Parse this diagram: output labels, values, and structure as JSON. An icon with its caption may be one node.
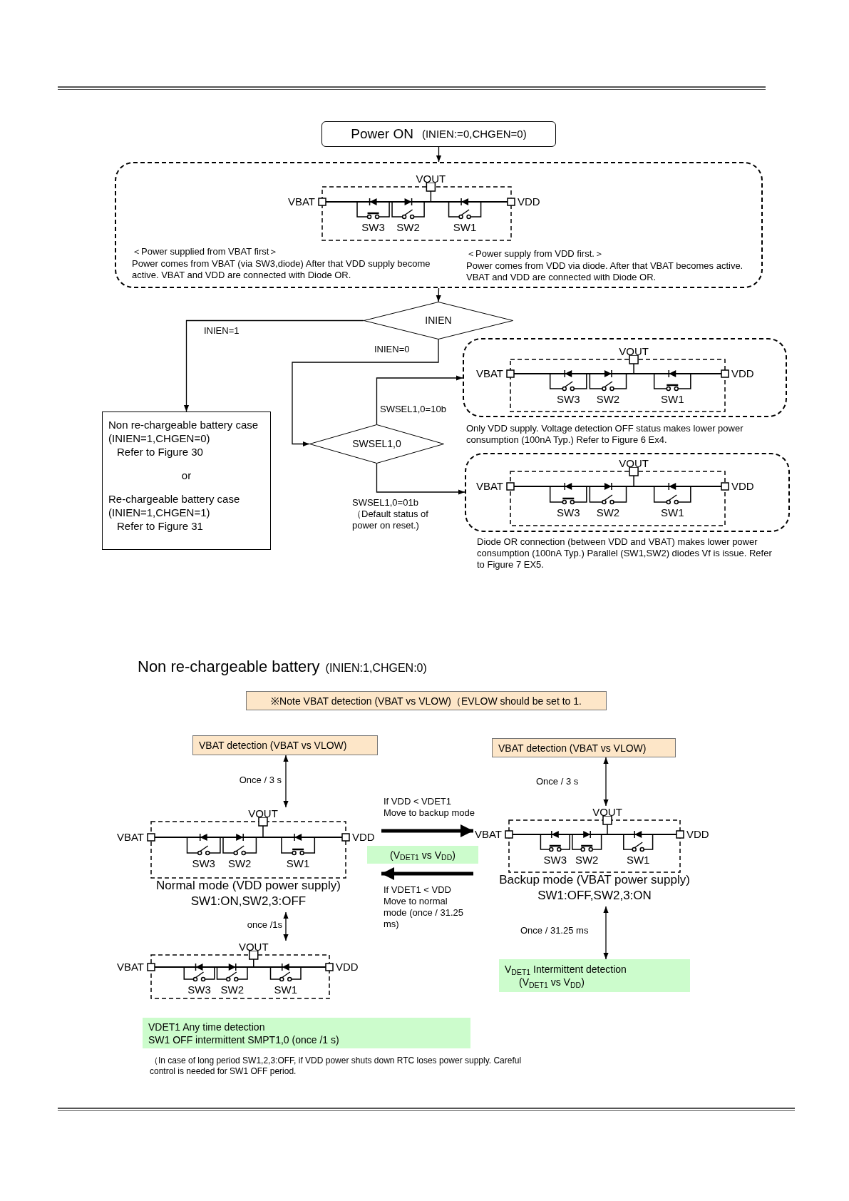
{
  "diagram": {
    "nodes": [
      {
        "text": [
          "Power ON",
          "(INIEN:=0,CHGEN=0)"
        ]
      },
      {
        "text": [
          "＜Power supplied from VBAT first＞",
          "Power comes from VBAT (via SW3,diode) After that VDD supply become active. VBAT and VDD are connected with Diode OR.",
          "＜Power supply from VDD first.＞",
          "Power comes from VDD via diode. After that VBAT becomes active. VBAT and VDD are connected with Diode OR."
        ]
      },
      {
        "text": [
          "VOUT",
          "VBAT",
          "VDD",
          "SW3",
          "SW2",
          "SW1"
        ],
        "in": 1
      },
      {
        "text": [
          "INIEN"
        ]
      },
      {
        "text": [
          "Non re-chargeable battery case (INIEN=1,CHGEN=0)",
          "Refer to Figure 30",
          "or",
          "Re-chargeable battery case (INIEN=1,CHGEN=1)",
          "Refer to Figure 31"
        ]
      },
      {
        "text": [
          "SWSEL1,0"
        ]
      },
      {
        "text": [
          "VOUT",
          "VBAT",
          "VDD",
          "SW3",
          "SW2",
          "SW1"
        ],
        "beside": [
          "Only VDD supply. Voltage detection OFF status makes lower power consumption (100nA Typ.) Refer to Figure 6 Ex4."
        ]
      },
      {
        "text": [
          "VOUT",
          "VBAT",
          "VDD",
          "SW3",
          "SW2",
          "SW1"
        ],
        "beside": [
          "Diode OR connection (between VDD and VBAT) makes lower power consumption (100nA Typ.) Parallel (SW1,SW2) diodes Vf is issue. Refer to Figure 7 EX5."
        ]
      },
      {
        "text": [
          "※Note VBAT detection (VBAT vs VLOW)（EVLOW should be set to 1."
        ]
      },
      {
        "text": [
          "VBAT detection (VBAT vs VLOW)"
        ]
      },
      {
        "text": [
          "VOUT",
          "VBAT",
          "VDD",
          "SW3",
          "SW2",
          "SW1"
        ],
        "beside": [
          "Normal mode (VDD power supply)",
          "SW1:ON,SW2,3:OFF"
        ]
      },
      {
        "text": [
          "VBAT detection (VBAT vs VLOW)"
        ]
      },
      {
        "text": [
          "VOUT",
          "VBAT",
          "VDD",
          "SW3",
          "SW2",
          "SW1"
        ],
        "beside": [
          "Backup mode (VBAT power supply)",
          "SW1:OFF,SW2,3:ON"
        ]
      },
      {
        "text": [
          "(V$_{DET1}$ vs V$_{DD}$)"
        ]
      },
      {
        "text": [
          "VOUT",
          "VBAT",
          "VDD",
          "SW3",
          "SW2",
          "SW1"
        ]
      },
      {
        "text": [
          "V$_{DET1}$ Intermittent detection",
          "(V$_{DET1}$ vs V$_{DD}$)"
        ]
      },
      {
        "text": [
          "VDET1 Any time detection",
          "SW1 OFF intermittent SMPT1,0 (once /1 s)"
        ]
      }
    ],
    "edges": [
      {
        "from": 0,
        "to": 1,
        "arrow": "to"
      },
      {
        "from": 1,
        "to": 3,
        "arrow": "to"
      },
      {
        "from": 3,
        "to": 4,
        "arrow": "to",
        "label": "INIEN=1"
      },
      {
        "from": 3,
        "to": 5,
        "arrow": "to",
        "label": "INIEN=0"
      },
      {
        "from": 5,
        "to": 6,
        "arrow": "to",
        "label": "SWSEL1,0=10b"
      },
      {
        "from": 5,
        "to": 7,
        "arrow": "to",
        "label": "SWSEL1,0=01b （Default status of power on reset.)"
      },
      {
        "from": 9,
        "to": 10,
        "arrow": "both",
        "label": "Once / 3 s"
      },
      {
        "from": 11,
        "to": 12,
        "arrow": "both",
        "label": "Once / 3 s"
      },
      {
        "from": 10,
        "to": 12,
        "arrow": "to",
        "style": "thick",
        "label": "If VDD < VDET1 Move to backup mode"
      },
      {
        "from": 12,
        "to": 10,
        "arrow": "to",
        "style": "thick",
        "label": "If VDET1 < VDD Move to normal mode (once / 31.25 ms)"
      },
      {
        "from": 10,
        "to": 14,
        "arrow": "both",
        "label": "once /1s"
      },
      {
        "from": 12,
        "to": 15,
        "arrow": "both",
        "label": "Once / 31.25 ms"
      }
    ],
    "labels": [
      "Non re-chargeable battery",
      "(INIEN:1,CHGEN:0)",
      "（In case of long period SW1,2,3:OFF, if VDD power shuts down RTC loses power supply. Careful control is needed for SW1 OFF period."
    ]
  }
}
